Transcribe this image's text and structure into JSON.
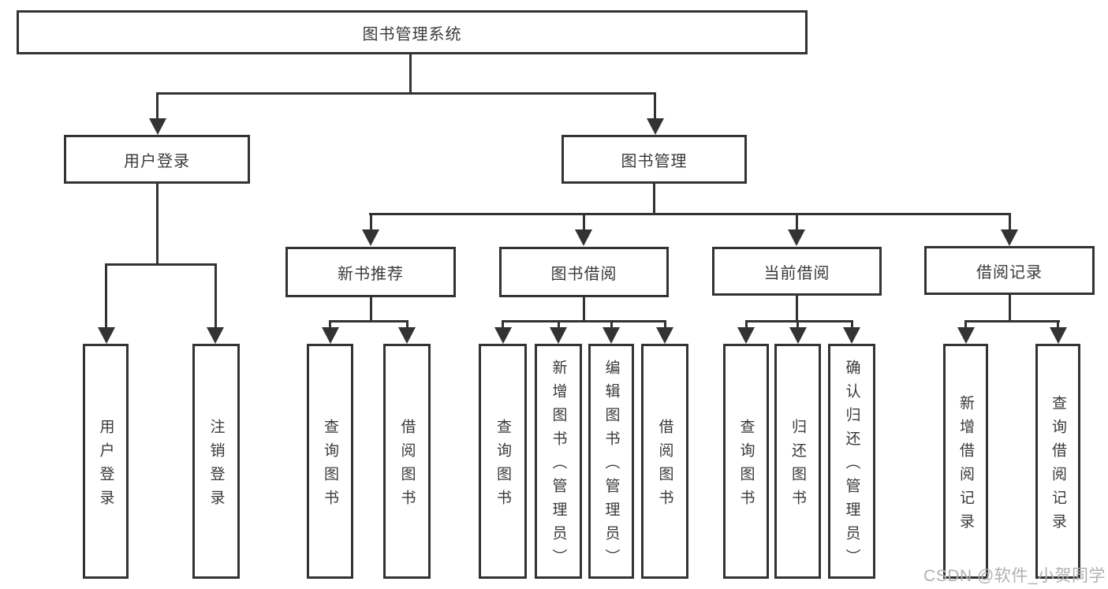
{
  "diagram": {
    "root": {
      "label": "图书管理系统"
    },
    "level2": [
      {
        "label": "用户登录"
      },
      {
        "label": "图书管理"
      }
    ],
    "level3": [
      {
        "label": "新书推荐"
      },
      {
        "label": "图书借阅"
      },
      {
        "label": "当前借阅"
      },
      {
        "label": "借阅记录"
      }
    ],
    "leaves": {
      "user_login": [
        {
          "label": "用户登录"
        },
        {
          "label": "注销登录"
        }
      ],
      "new_book_recommend": [
        {
          "label": "查询图书"
        },
        {
          "label": "借阅图书"
        }
      ],
      "book_borrow": [
        {
          "label": "查询图书"
        },
        {
          "label": "新增图书（管理员）"
        },
        {
          "label": "编辑图书（管理员）"
        },
        {
          "label": "借阅图书"
        }
      ],
      "current_borrow": [
        {
          "label": "查询图书"
        },
        {
          "label": "归还图书"
        },
        {
          "label": "确认归还（管理员）"
        }
      ],
      "borrow_record": [
        {
          "label": "新增借阅记录"
        },
        {
          "label": "查询借阅记录"
        }
      ]
    }
  },
  "watermark": {
    "text": "CSDN @软件_小贺同学"
  },
  "colors": {
    "line": "#333333",
    "text": "#3a3a3a",
    "watermark": "#b0b0b0",
    "background": "#ffffff"
  }
}
